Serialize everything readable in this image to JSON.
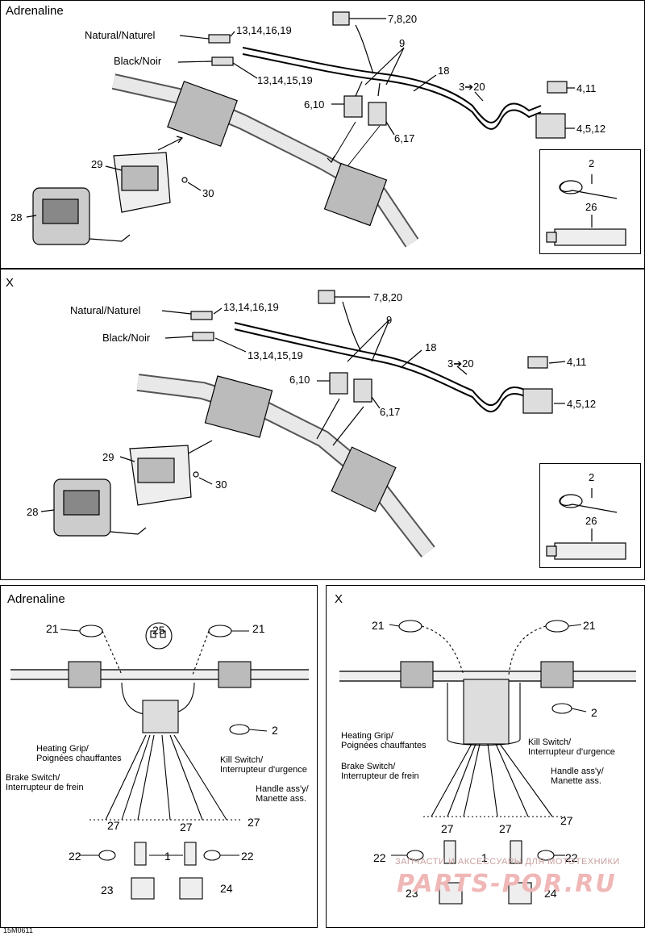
{
  "panels": {
    "top": {
      "title": "Adrenaline",
      "labels": {
        "natural": "Natural/Naturel",
        "black": "Black/Noir",
        "n_13_14_16_19": "13,14,16,19",
        "n_13_14_15_19": "13,14,15,19",
        "n_7_8_20": "7,8,20",
        "n_9": "9",
        "n_18": "18",
        "n_3_20": "3➔20",
        "n_4_11": "4,11",
        "n_4_5_12": "4,5,12",
        "n_6_10": "6,10",
        "n_6_17": "6,17",
        "n_29": "29",
        "n_30": "30",
        "n_28": "28",
        "n_2": "2",
        "n_26": "26"
      }
    },
    "middle": {
      "title": "X",
      "labels": {
        "natural": "Natural/Naturel",
        "black": "Black/Noir",
        "n_13_14_16_19": "13,14,16,19",
        "n_13_14_15_19": "13,14,15,19",
        "n_7_8_20": "7,8,20",
        "n_9": "9",
        "n_18": "18",
        "n_3_20": "3➔20",
        "n_4_11": "4,11",
        "n_4_5_12": "4,5,12",
        "n_6_10": "6,10",
        "n_6_17": "6,17",
        "n_29": "29",
        "n_30": "30",
        "n_28": "28",
        "n_2": "2",
        "n_26": "26"
      }
    },
    "bottom_left": {
      "title": "Adrenaline",
      "labels": {
        "n_21a": "21",
        "n_21b": "21",
        "n_25": "25",
        "n_2": "2",
        "heating": "Heating Grip/\nPoignées chauffantes",
        "brake": "Brake Switch/\nInterrupteur de frein",
        "kill": "Kill Switch/\nInterrupteur d'urgence",
        "handle": "Handle ass'y/\nManette ass.",
        "n_27a": "27",
        "n_27b": "27",
        "n_27c": "27",
        "n_22a": "22",
        "n_1": "1",
        "n_22b": "22",
        "n_23": "23",
        "n_24": "24"
      }
    },
    "bottom_right": {
      "title": "X",
      "labels": {
        "n_21a": "21",
        "n_21b": "21",
        "n_2": "2",
        "heating": "Heating Grip/\nPoignées chauffantes",
        "brake": "Brake Switch/\nInterrupteur de frein",
        "kill": "Kill Switch/\nInterrupteur d'urgence",
        "handle": "Handle ass'y/\nManette ass.",
        "n_27a": "27",
        "n_27b": "27",
        "n_27c": "27",
        "n_22a": "22",
        "n_1": "1",
        "n_22b": "22",
        "n_23": "23",
        "n_24": "24"
      }
    }
  },
  "footer_code": "15M0611",
  "watermark_text": "ЗАПЧАСТИ И АКСЕССУАРЫ ДЛЯ МОТОТЕХНИКИ",
  "watermark_logo": "PARTS-POR.RU"
}
